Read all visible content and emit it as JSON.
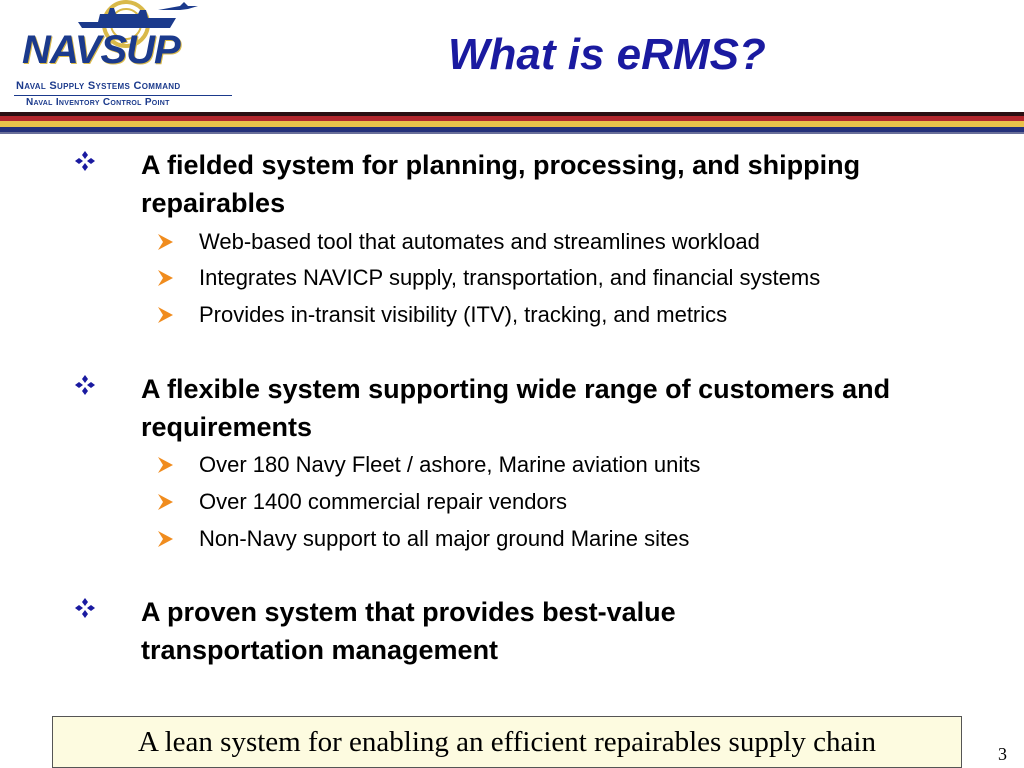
{
  "logo": {
    "wordmark": "NAVSUP",
    "line1": "Naval Supply Systems Command",
    "line2": "Naval Inventory Control Point"
  },
  "title": "What is eRMS?",
  "colors": {
    "title": "#1a1aa0",
    "logo_blue": "#1b3a8c",
    "stripe_dark": "#2a0f12",
    "stripe_red": "#b3262d",
    "stripe_gold": "#e9c24a",
    "stripe_navy": "#24307a",
    "bullet_blue": "#1a1aa0",
    "sub_arrow_orange": "#f08c1e",
    "footer_bg": "#fdfbe0"
  },
  "bullets": [
    {
      "icon": "diamond-cluster-icon",
      "text": "A fielded system for planning, processing, and shipping repairables",
      "subitems": [
        {
          "icon": "arrowhead-icon",
          "text": "Web-based tool that automates and streamlines workload"
        },
        {
          "icon": "arrowhead-icon",
          "text": "Integrates NAVICP supply, transportation, and financial systems"
        },
        {
          "icon": "arrowhead-icon",
          "text": "Provides in-transit visibility (ITV), tracking, and metrics"
        }
      ]
    },
    {
      "icon": "diamond-cluster-icon",
      "text": "A flexible system supporting wide range of customers and requirements",
      "subitems": [
        {
          "icon": "arrowhead-icon",
          "text": "Over 180 Navy Fleet / ashore, Marine aviation units"
        },
        {
          "icon": "arrowhead-icon",
          "text": "Over 1400 commercial repair vendors"
        },
        {
          "icon": "arrowhead-icon",
          "text": "Non-Navy support to all major ground Marine sites"
        }
      ]
    },
    {
      "icon": "diamond-cluster-icon",
      "text": "A proven system that provides best-value transportation management",
      "subitems": []
    }
  ],
  "footer": {
    "text": "A lean system for enabling an efficient repairables supply chain"
  },
  "page_number": "3"
}
